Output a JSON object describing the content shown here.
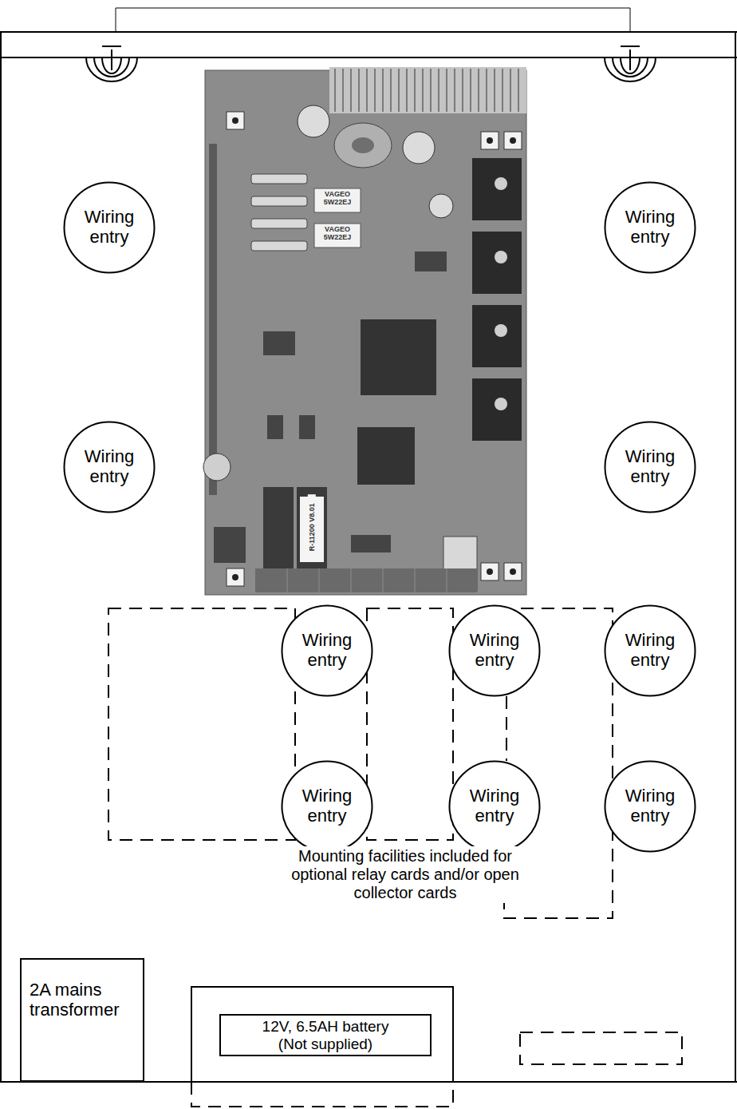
{
  "diagram": {
    "nodes": [
      {
        "text": [
          "Wiring entry"
        ]
      },
      {
        "text": [
          "Wiring entry"
        ]
      },
      {
        "text": [
          "Wiring entry"
        ]
      },
      {
        "text": [
          "Wiring entry"
        ]
      },
      {
        "text": [
          "Wiring entry"
        ]
      },
      {
        "text": [
          "Wiring entry"
        ]
      },
      {
        "text": [
          "Wiring entry"
        ]
      },
      {
        "text": [
          "Wiring entry"
        ]
      },
      {
        "text": [
          "Wiring entry"
        ]
      },
      {
        "text": [
          "Wiring entry"
        ]
      },
      {
        "text": [
          "2A mains transformer"
        ]
      },
      {
        "text": [
          "12V, 6.5AH battery (Not supplied)"
        ]
      }
    ],
    "labels": [
      "VAGEO 5W22EJ",
      "VAGEO 5W22EJ",
      "R-11200 V8.01",
      "Mounting facilities included for optional relay cards and/or open collector cards"
    ]
  }
}
